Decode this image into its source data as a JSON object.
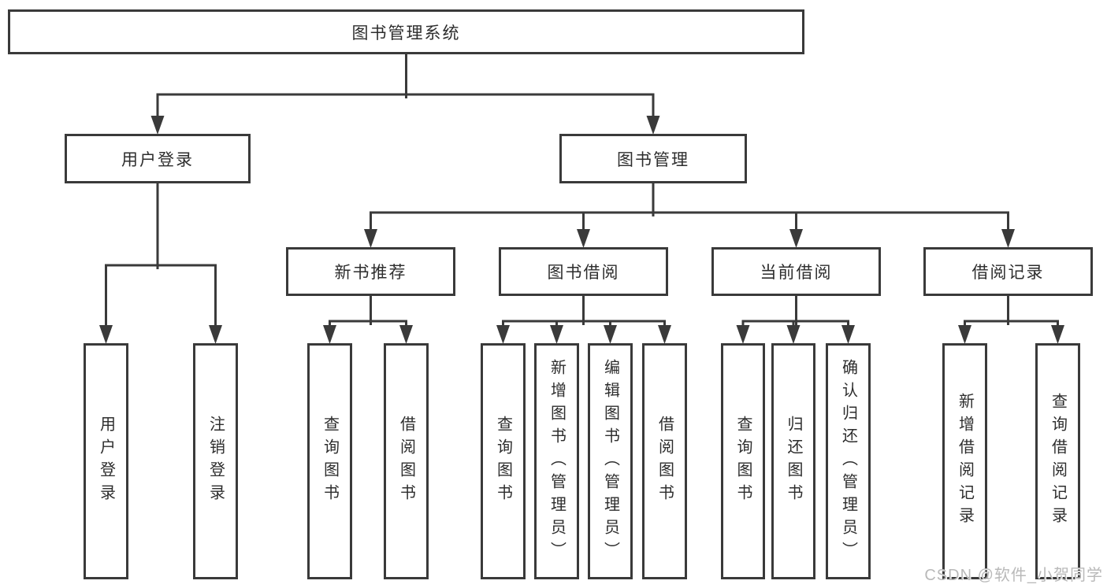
{
  "diagram": {
    "type": "tree",
    "title": "图书管理系统",
    "watermark": "CSDN @软件_小贺同学",
    "colors": {
      "line": "#3a3a3a",
      "box_border": "#3a3a3a",
      "text": "#2d2d2d",
      "watermark": "#b9b9b9",
      "background": "#ffffff"
    },
    "nodes": [
      {
        "id": "root",
        "label": "图书管理系统",
        "parent": null,
        "text_direction": "horizontal"
      },
      {
        "id": "user-login",
        "label": "用户登录",
        "parent": "root",
        "text_direction": "horizontal"
      },
      {
        "id": "book-mgmt",
        "label": "图书管理",
        "parent": "root",
        "text_direction": "horizontal"
      },
      {
        "id": "leaf-user-login",
        "label": "用户登录",
        "parent": "user-login",
        "text_direction": "vertical"
      },
      {
        "id": "leaf-logout",
        "label": "注销登录",
        "parent": "user-login",
        "text_direction": "vertical"
      },
      {
        "id": "new-book-rec",
        "label": "新书推荐",
        "parent": "book-mgmt",
        "text_direction": "horizontal"
      },
      {
        "id": "book-borrow",
        "label": "图书借阅",
        "parent": "book-mgmt",
        "text_direction": "horizontal"
      },
      {
        "id": "current-borrow",
        "label": "当前借阅",
        "parent": "book-mgmt",
        "text_direction": "horizontal"
      },
      {
        "id": "borrow-records",
        "label": "借阅记录",
        "parent": "book-mgmt",
        "text_direction": "horizontal"
      },
      {
        "id": "leaf-query-books-rec",
        "label": "查询图书",
        "parent": "new-book-rec",
        "text_direction": "vertical"
      },
      {
        "id": "leaf-borrow-books-rec",
        "label": "借阅图书",
        "parent": "new-book-rec",
        "text_direction": "vertical"
      },
      {
        "id": "leaf-query-books-borrow",
        "label": "查询图书",
        "parent": "book-borrow",
        "text_direction": "vertical"
      },
      {
        "id": "leaf-add-book",
        "label": "新增图书（管理员）",
        "parent": "book-borrow",
        "text_direction": "vertical"
      },
      {
        "id": "leaf-edit-book",
        "label": "编辑图书（管理员）",
        "parent": "book-borrow",
        "text_direction": "vertical"
      },
      {
        "id": "leaf-borrow-books",
        "label": "借阅图书",
        "parent": "book-borrow",
        "text_direction": "vertical"
      },
      {
        "id": "leaf-query-books-current",
        "label": "查询图书",
        "parent": "current-borrow",
        "text_direction": "vertical"
      },
      {
        "id": "leaf-return-book",
        "label": "归还图书",
        "parent": "current-borrow",
        "text_direction": "vertical"
      },
      {
        "id": "leaf-confirm-return",
        "label": "确认归还（管理员）",
        "parent": "current-borrow",
        "text_direction": "vertical"
      },
      {
        "id": "leaf-add-borrow-record",
        "label": "新增借阅记录",
        "parent": "borrow-records",
        "text_direction": "vertical"
      },
      {
        "id": "leaf-query-borrow-record",
        "label": "查询借阅记录",
        "parent": "borrow-records",
        "text_direction": "vertical"
      }
    ]
  }
}
